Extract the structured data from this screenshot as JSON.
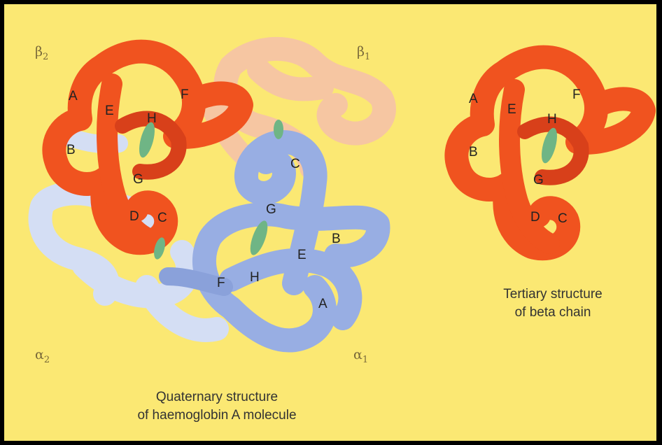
{
  "chains": {
    "beta2": {
      "letter": "β",
      "sub": "2"
    },
    "beta1": {
      "letter": "β",
      "sub": "1"
    },
    "alpha2": {
      "letter": "α",
      "sub": "2"
    },
    "alpha1": {
      "letter": "α",
      "sub": "1"
    }
  },
  "quaternary": {
    "caption_line1": "Quaternary structure",
    "caption_line2": "of haemoglobin A molecule",
    "beta2_segments": [
      "A",
      "B",
      "E",
      "F",
      "H",
      "G",
      "D",
      "C"
    ],
    "alpha1_segments": [
      "C",
      "G",
      "B",
      "E",
      "F",
      "H",
      "A"
    ]
  },
  "tertiary": {
    "caption_line1": "Tertiary structure",
    "caption_line2": "of beta chain",
    "segments": [
      "A",
      "E",
      "F",
      "H",
      "B",
      "G",
      "D",
      "C"
    ]
  },
  "colors": {
    "background": "#fbe873",
    "beta_chain": "#f0531f",
    "beta1_chain": "#f6c6a2",
    "alpha1_chain": "#98aee3",
    "alpha2_chain": "#d4def4",
    "heme": "#6fb585"
  }
}
